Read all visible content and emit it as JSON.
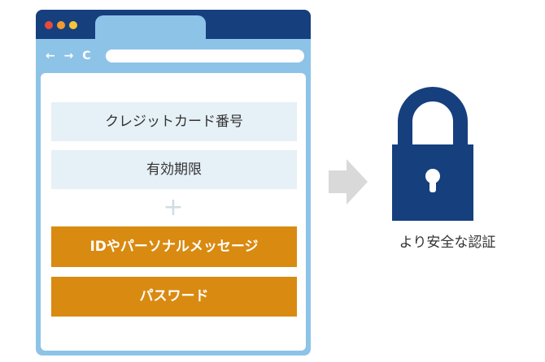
{
  "browser": {
    "nav_icons": "← → C",
    "fields": [
      {
        "label": "クレジットカード番号"
      },
      {
        "label": "有効期限"
      },
      {
        "label": "IDやパーソナルメッセージ"
      },
      {
        "label": "パスワード"
      }
    ],
    "plus_sign": "+"
  },
  "caption": "より安全な認証",
  "colors": {
    "titlebar": "#163f7e",
    "frame": "#8ec3e8",
    "field_light": "#e6f0f7",
    "field_highlight": "#d98a10",
    "lock": "#163f7e",
    "arrow": "#d9d9d9"
  },
  "icons": [
    "browser-window-icon",
    "arrow-right-icon",
    "padlock-icon"
  ]
}
